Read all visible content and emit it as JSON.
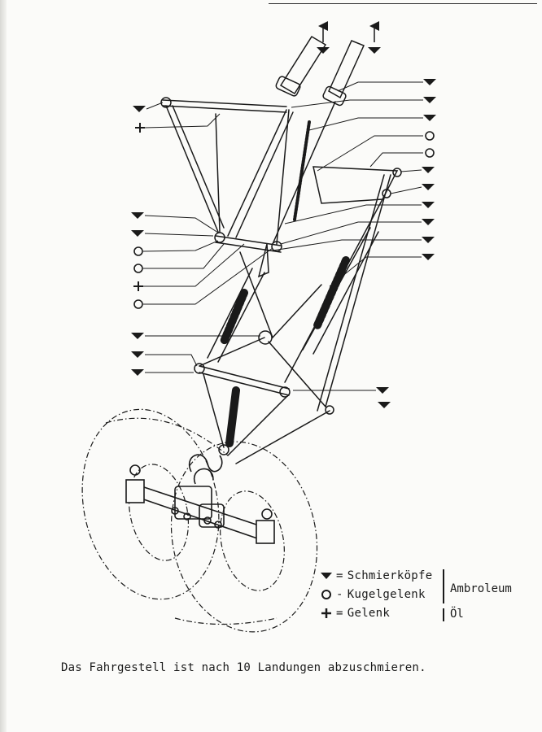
{
  "legend": {
    "items": [
      {
        "symbol": "triangle-marker-icon",
        "separator": "=",
        "label": "Schmierköpfe"
      },
      {
        "symbol": "circle-marker-icon",
        "separator": "-",
        "label": "Kugelgelenk"
      },
      {
        "symbol": "plus-marker-icon",
        "separator": "=",
        "label": "Gelenk"
      }
    ],
    "groups": [
      "Ambroleum",
      "Öl"
    ]
  },
  "caption": "Das Fahrgestell ist nach 10 Landungen abzuschmieren.",
  "colors": {
    "ink": "#1a1a1a",
    "paper": "#fbfbf9"
  },
  "markers": {
    "left": [
      "triangle",
      "plus",
      "triangle",
      "triangle",
      "circle",
      "circle",
      "plus",
      "circle",
      "triangle",
      "triangle",
      "triangle"
    ],
    "right": [
      "triangle",
      "triangle",
      "triangle",
      "circle",
      "circle",
      "triangle",
      "triangle",
      "triangle",
      "triangle",
      "triangle",
      "triangle",
      "triangle"
    ],
    "top_arrows": 2
  }
}
